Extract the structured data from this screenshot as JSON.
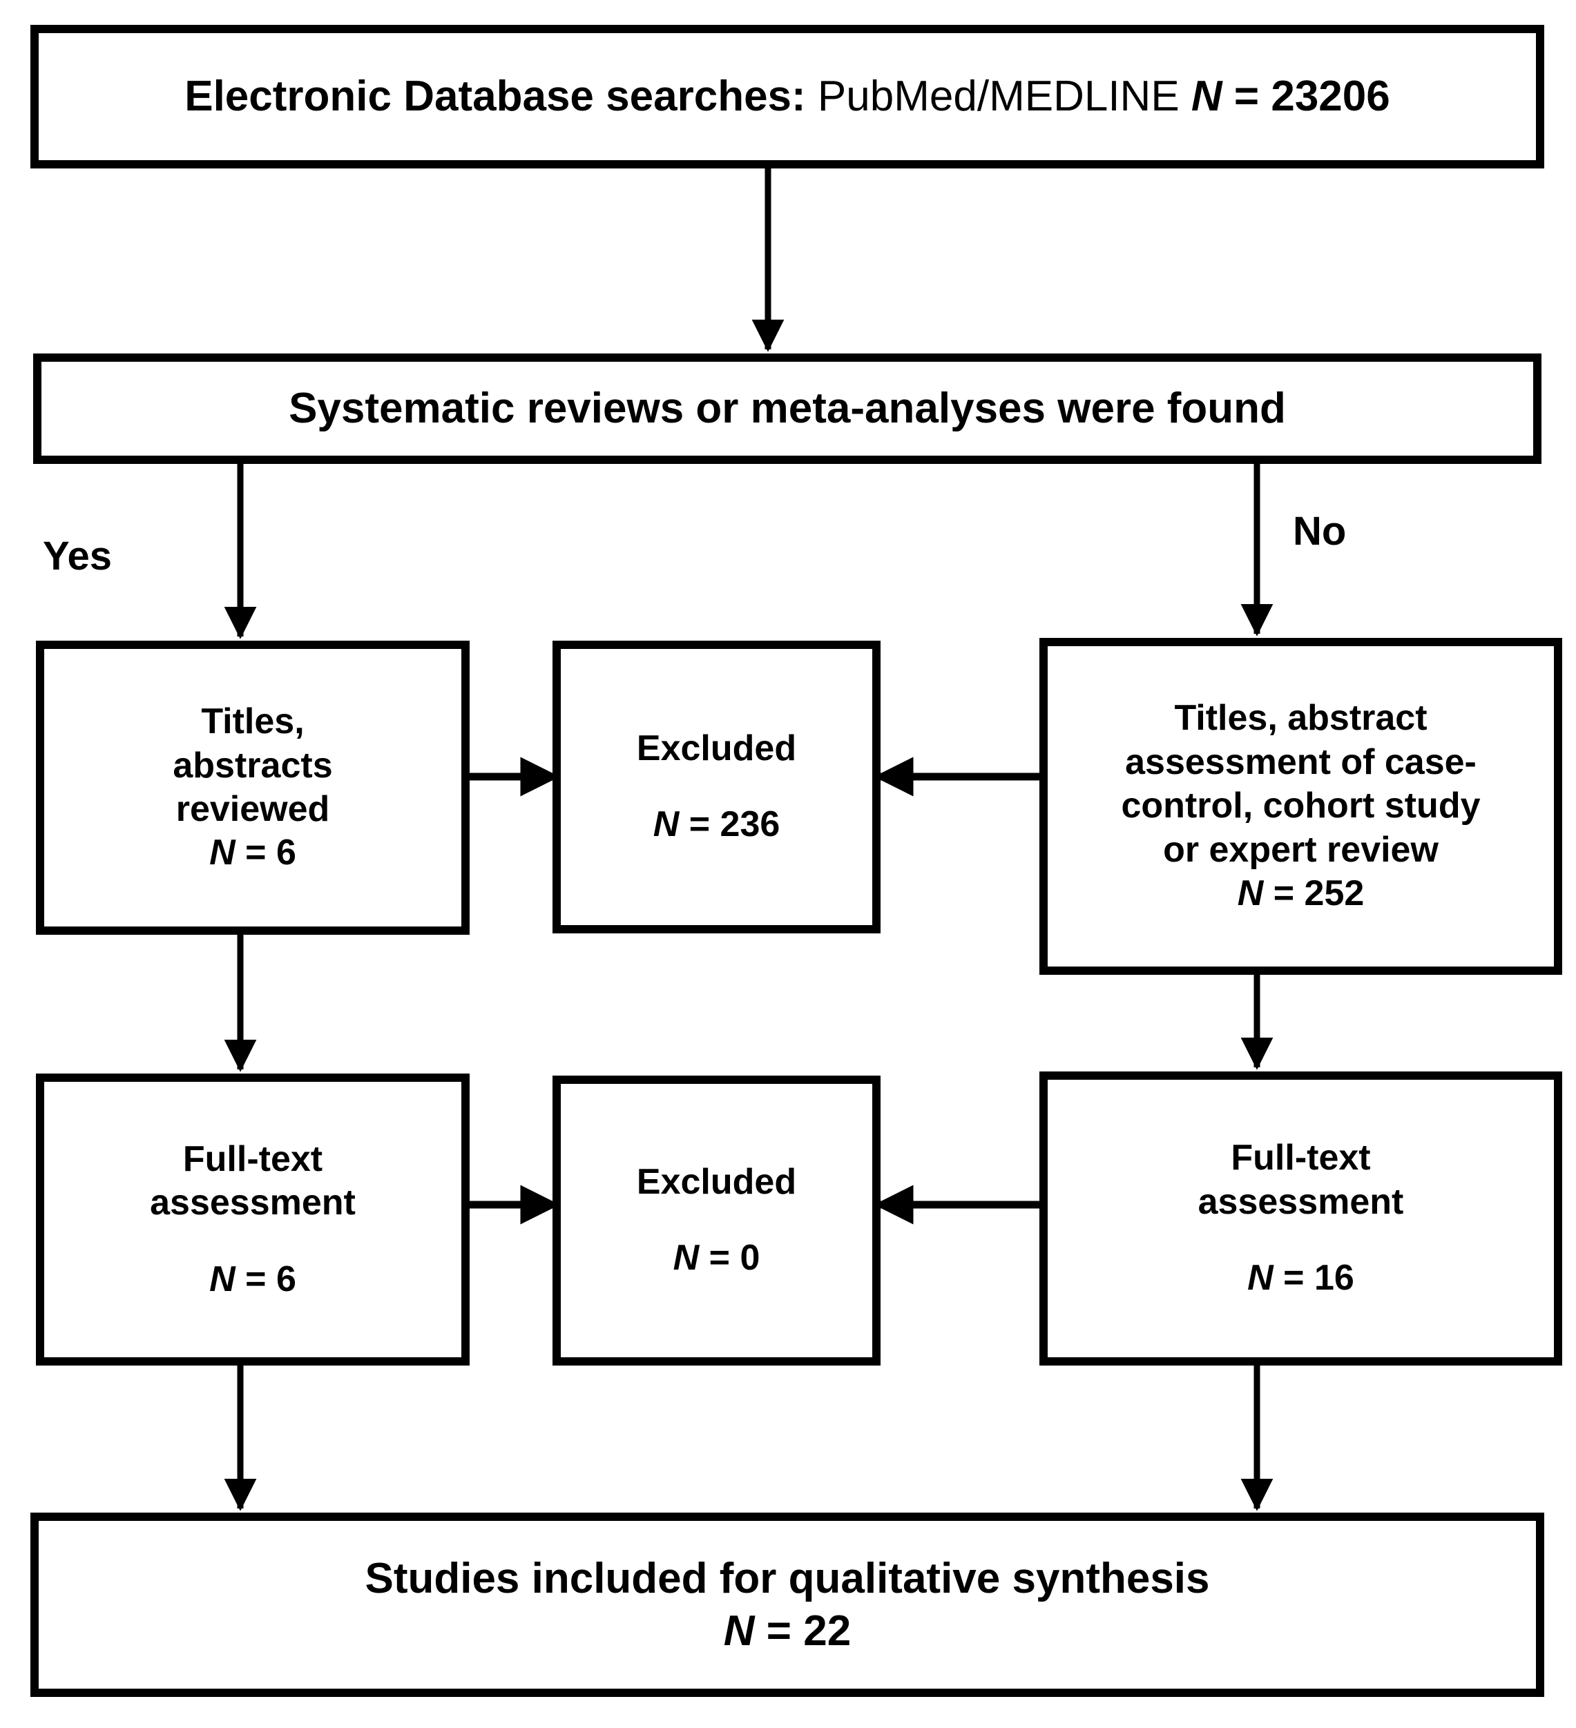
{
  "diagram": {
    "type": "prisma-flow-diagram",
    "title_text": "",
    "colors": {
      "stroke": "#000000",
      "fill": "#ffffff",
      "text": "#000000"
    },
    "nodes": {
      "database_search": {
        "name": "electronic-database-searches",
        "lines": [
          {
            "bold_prefix": "Electronic Database searches:",
            "normal": " PubMed/MEDLINE ",
            "italic_n": "N",
            "rest": " = 23206"
          }
        ],
        "plain_text": "Electronic Database searches: PubMed/MEDLINE N = 23206"
      },
      "systematic_reviews": {
        "name": "systematic-reviews-found",
        "text": "Systematic reviews or meta-analyses were found"
      },
      "titles_left": {
        "name": "titles-abstracts-reviewed",
        "line1": "Titles,",
        "line2": "abstracts",
        "line3": "reviewed",
        "n_symbol": "N",
        "n_value": " = 6"
      },
      "excluded_1": {
        "name": "excluded-screening",
        "title": "Excluded",
        "n_symbol": "N",
        "n_value": " = 236"
      },
      "titles_right": {
        "name": "titles-abstract-assessment",
        "line1": "Titles, abstract",
        "line2": "assessment of case-",
        "line3": "control, cohort study",
        "line4": "or expert review",
        "n_symbol": "N",
        "n_value": " = 252"
      },
      "fulltext_left": {
        "name": "full-text-assessment-left",
        "line1": "Full-text",
        "line2": "assessment",
        "n_symbol": "N",
        "n_value": " = 6"
      },
      "excluded_2": {
        "name": "excluded-fulltext",
        "title": "Excluded",
        "n_symbol": "N",
        "n_value": " = 0"
      },
      "fulltext_right": {
        "name": "full-text-assessment-right",
        "line1": "Full-text",
        "line2": "assessment",
        "n_symbol": "N",
        "n_value": " = 16"
      },
      "included": {
        "name": "studies-included",
        "line1": "Studies included for qualitative synthesis",
        "n_symbol": "N",
        "n_value": " = 22"
      }
    },
    "edge_labels": {
      "yes": "Yes",
      "no": "No"
    },
    "edges": [
      {
        "from": "database_search",
        "to": "systematic_reviews",
        "label": ""
      },
      {
        "from": "systematic_reviews",
        "to": "titles_left",
        "label": "Yes"
      },
      {
        "from": "systematic_reviews",
        "to": "titles_right",
        "label": "No"
      },
      {
        "from": "titles_left",
        "to": "excluded_1",
        "label": ""
      },
      {
        "from": "titles_right",
        "to": "excluded_1",
        "label": ""
      },
      {
        "from": "titles_left",
        "to": "fulltext_left",
        "label": ""
      },
      {
        "from": "titles_right",
        "to": "fulltext_right",
        "label": ""
      },
      {
        "from": "fulltext_left",
        "to": "excluded_2",
        "label": ""
      },
      {
        "from": "fulltext_right",
        "to": "excluded_2",
        "label": ""
      },
      {
        "from": "fulltext_left",
        "to": "included",
        "label": ""
      },
      {
        "from": "fulltext_right",
        "to": "included",
        "label": ""
      }
    ]
  }
}
